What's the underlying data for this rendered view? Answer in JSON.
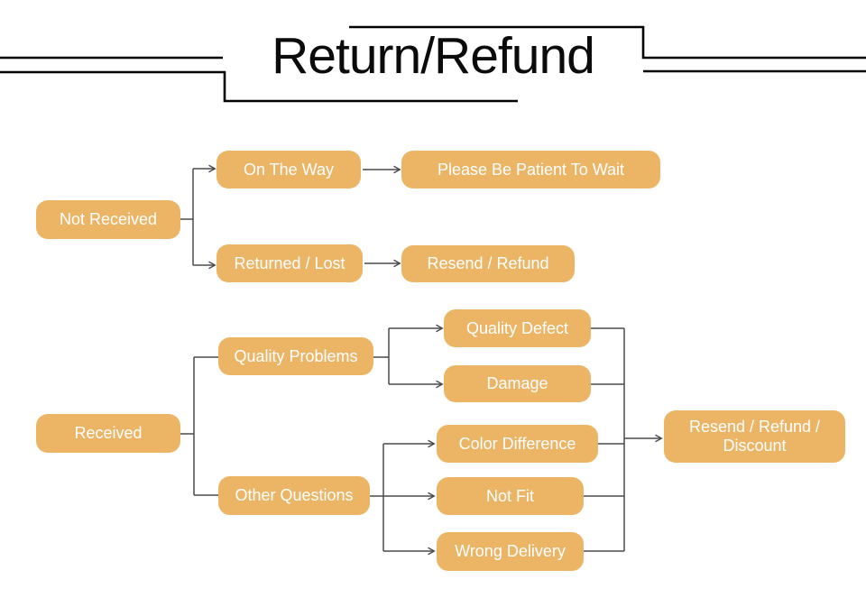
{
  "title": "Return/Refund",
  "colors": {
    "background": "#FFFFFF",
    "node_fill": "#ECB566",
    "node_text": "#FFFFFF",
    "connector": "#4A4A4A",
    "frame": "#000000"
  },
  "nodes": {
    "not_received": "Not Received",
    "on_the_way": "On The Way",
    "please_wait": "Please Be Patient To Wait",
    "returned_lost": "Returned / Lost",
    "resend_refund": "Resend / Refund",
    "received": "Received",
    "quality_problems": "Quality Problems",
    "other_questions": "Other Questions",
    "quality_defect": "Quality Defect",
    "damage": "Damage",
    "color_difference": "Color Difference",
    "not_fit": "Not Fit",
    "wrong_delivery": "Wrong Delivery",
    "resend_refund_discount": "Resend / Refund / Discount"
  },
  "edges": [
    {
      "from": "Not Received",
      "to": "On The Way"
    },
    {
      "from": "Not Received",
      "to": "Returned / Lost"
    },
    {
      "from": "On The Way",
      "to": "Please Be Patient To Wait"
    },
    {
      "from": "Returned / Lost",
      "to": "Resend / Refund"
    },
    {
      "from": "Received",
      "to": "Quality Problems"
    },
    {
      "from": "Received",
      "to": "Other Questions"
    },
    {
      "from": "Quality Problems",
      "to": "Quality Defect"
    },
    {
      "from": "Quality Problems",
      "to": "Damage"
    },
    {
      "from": "Other Questions",
      "to": "Color Difference"
    },
    {
      "from": "Other Questions",
      "to": "Not Fit"
    },
    {
      "from": "Other Questions",
      "to": "Wrong Delivery"
    },
    {
      "from": "Quality Defect",
      "to": "Resend / Refund / Discount"
    },
    {
      "from": "Damage",
      "to": "Resend / Refund / Discount"
    },
    {
      "from": "Color Difference",
      "to": "Resend / Refund / Discount"
    },
    {
      "from": "Not Fit",
      "to": "Resend / Refund / Discount"
    },
    {
      "from": "Wrong Delivery",
      "to": "Resend / Refund / Discount"
    }
  ]
}
